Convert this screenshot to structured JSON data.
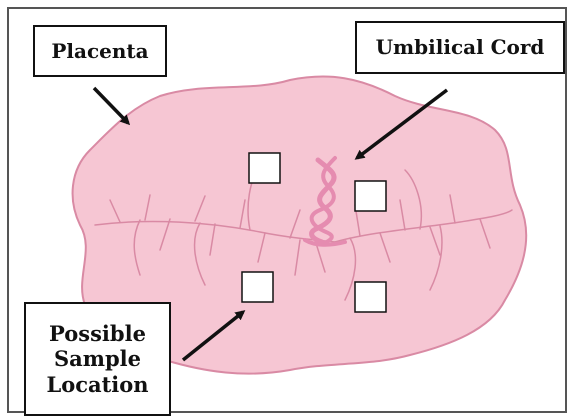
{
  "labels": {
    "placenta": "Placenta",
    "umbilical_cord": "Umbilical Cord",
    "sample_location": [
      "Possible",
      "Sample",
      "Location"
    ]
  },
  "colors": {
    "placenta_fill": "#f6c6d3",
    "placenta_stroke": "#d98aa4",
    "vessel": "#d98aa4",
    "cord": "#e58cb0",
    "arrow": "#111111",
    "frame": "#555555"
  }
}
